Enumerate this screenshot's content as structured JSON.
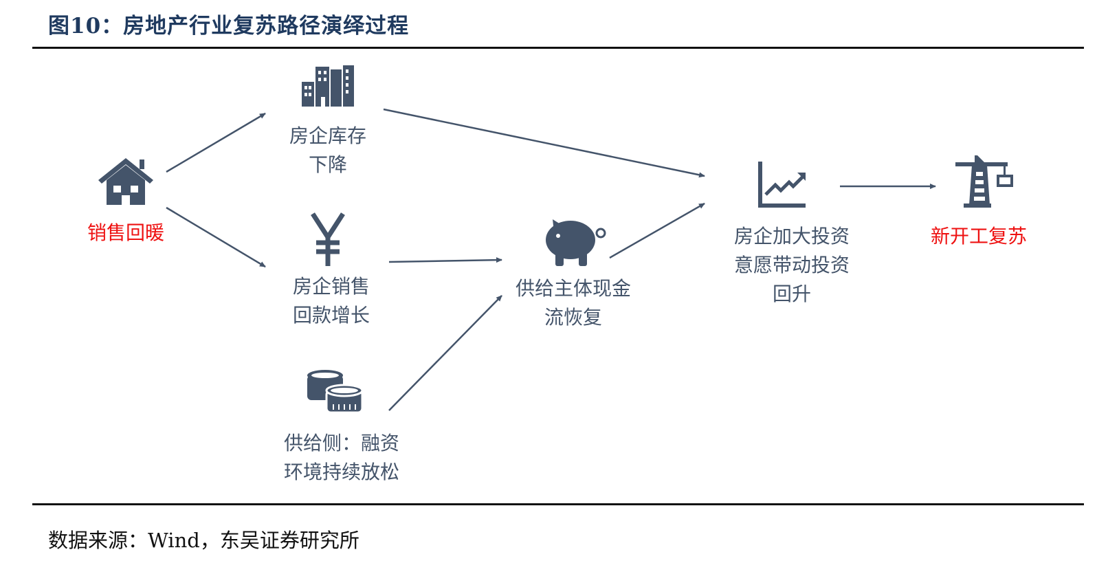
{
  "title": "图10：房地产行业复苏路径演绎过程",
  "source": "数据来源：Wind，东吴证券研究所",
  "nodes": {
    "sales": {
      "lines": [
        "销售回暖"
      ],
      "icon": "house-icon"
    },
    "inventory": {
      "lines": [
        "房企库存",
        "下降"
      ],
      "icon": "buildings-icon"
    },
    "collection": {
      "lines": [
        "房企销售",
        "回款增长"
      ],
      "icon": "yen-icon"
    },
    "financing": {
      "lines": [
        "供给侧：融资",
        "环境持续放松"
      ],
      "icon": "coins-icon"
    },
    "cashflow": {
      "lines": [
        "供给主体现金",
        "流恢复"
      ],
      "icon": "piggy-bank-icon"
    },
    "investment": {
      "lines": [
        "房企加大投资",
        "意愿带动投资",
        "回升"
      ],
      "icon": "growth-chart-icon"
    },
    "construction": {
      "lines": [
        "新开工复苏"
      ],
      "icon": "crane-icon"
    }
  },
  "colors": {
    "icon": "#44546a",
    "highlight": "#ee1111",
    "title": "#1f3a5f"
  }
}
